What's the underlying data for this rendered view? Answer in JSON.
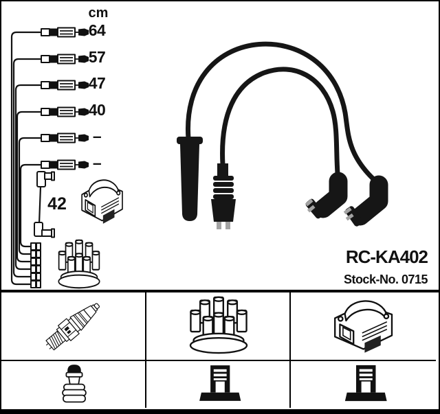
{
  "product": {
    "code": "RC-KA402",
    "stock": "Stock-No. 0715"
  },
  "length_chart": {
    "unit": "cm",
    "cable_lengths": [
      "64",
      "57",
      "47",
      "40",
      "–",
      "–"
    ],
    "coil_wire_length": "42"
  },
  "diagram_parts": {
    "left_column": [
      "ignition-cable-row",
      "coil-wire",
      "ignition-coil-drawing",
      "distributor-cap-drawing"
    ],
    "photo": "ignition-cable-set-photo"
  },
  "compatibility_table": {
    "row1_icons": [
      "spark-plug-icon",
      "distributor-cap-icon",
      "ignition-coil-icon"
    ],
    "row2_icons": [
      "plug-terminal-icon",
      "coil-connector-icon",
      "coil-connector-icon"
    ]
  },
  "colors": {
    "ink": "#111111",
    "photo_black": "#161616",
    "pin_gray": "#a3a3a3",
    "background": "#ffffff"
  }
}
